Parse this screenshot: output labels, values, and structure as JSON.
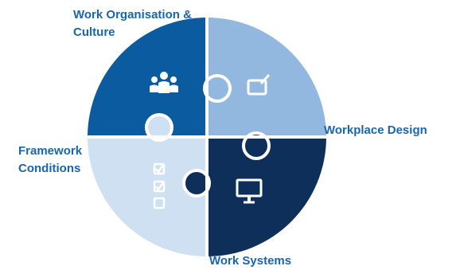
{
  "title": "",
  "colors": {
    "dark_blue": "#0b5ba1",
    "navy": "#0d2f5a",
    "medium_light_blue": "#93b8e0",
    "pale_blue": "#cfe0f3",
    "label_color": "#1766b0",
    "icon_white": "#ffffff"
  },
  "quadrants": [
    {
      "id": "work-organisation-culture",
      "label_lines": [
        "Work Organisation &",
        "Culture"
      ],
      "icon": "people-group-icon"
    },
    {
      "id": "workplace-design",
      "label_lines": [
        "Workplace Design"
      ],
      "icon": "tablet-pen-icon"
    },
    {
      "id": "work-systems",
      "label_lines": [
        "Work Systems"
      ],
      "icon": "computer-monitor-icon"
    },
    {
      "id": "framework-conditions",
      "label_lines": [
        "Framework",
        "Conditions"
      ],
      "icon": "checklist-icon"
    }
  ]
}
